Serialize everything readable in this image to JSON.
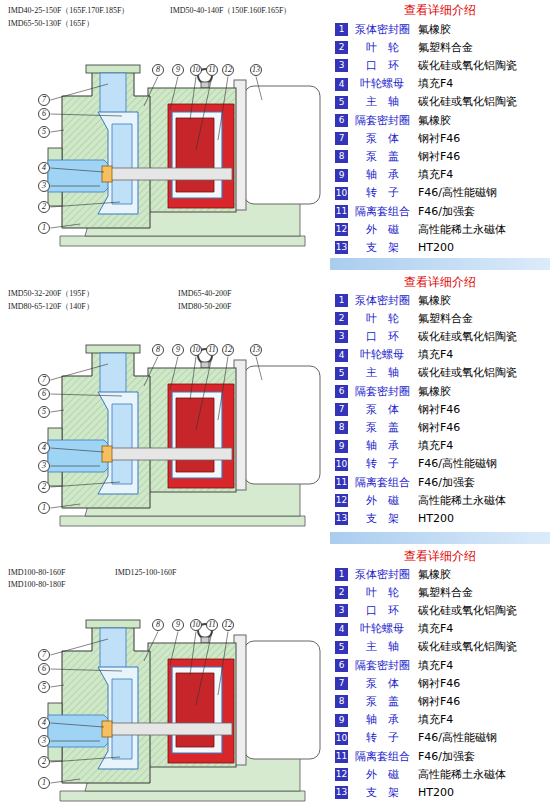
{
  "diagram": {
    "labels": [
      "IMD40-25-150F（165F.170F.185F）",
      "IMD50-40-140F（150F.160F.165F）",
      "IMD65-50-130F（165F）",
      "7",
      "6",
      "5",
      "4",
      "3",
      "2",
      "1",
      "8",
      "9",
      "10",
      "11",
      "12",
      "13",
      "查看详细介绍",
      "1",
      "泵体密封圈",
      "氟橡胶",
      "2",
      "叶　轮",
      "氟塑料合金",
      "3",
      "口　环",
      "碳化硅或氧化铝陶瓷",
      "4",
      "叶轮螺母",
      "填充F4",
      "5",
      "主　轴",
      "碳化硅或氧化铝陶瓷",
      "6",
      "隔套密封圈",
      "氟橡胶",
      "7",
      "泵　体",
      "钢衬F46",
      "8",
      "泵　盖",
      "钢衬F46",
      "9",
      "轴　承",
      "填充F4",
      "10",
      "转　子",
      "F46/高性能磁钢",
      "11",
      "隔离套组合",
      "F46/加强套",
      "12",
      "外　磁",
      "高性能稀土永磁体",
      "13",
      "支　架",
      "HT200",
      "IMD50-32-200F（195F）",
      "IMD65-40-200F",
      "IMD80-65-120F（140F）",
      "IMD80-50-200F",
      "7",
      "6",
      "5",
      "4",
      "3",
      "2",
      "1",
      "8",
      "9",
      "10",
      "11",
      "12",
      "13",
      "查看详细介绍",
      "1",
      "泵体密封圈",
      "氟橡胶",
      "2",
      "叶　轮",
      "氟塑料合金",
      "3",
      "口　环",
      "碳化硅或氧化铝陶瓷",
      "4",
      "叶轮螺母",
      "填充F4",
      "5",
      "主　轴",
      "碳化硅或氧化铝陶瓷",
      "6",
      "隔套密封圈",
      "氟橡胶",
      "7",
      "泵　体",
      "钢衬F46",
      "8",
      "泵　盖",
      "钢衬F46",
      "9",
      "轴　承",
      "填充F4",
      "10",
      "转　子",
      "F46/高性能磁钢",
      "11",
      "隔离套组合",
      "F46/加强套",
      "12",
      "外　磁",
      "高性能稀土永磁体",
      "13",
      "支　架",
      "HT200",
      "IMD100-80-160F",
      "IMD125-100-160F",
      "IMD100-80-180F",
      "7",
      "6",
      "5",
      "4",
      "3",
      "2",
      "1",
      "8",
      "9",
      "10",
      "11",
      "12",
      "查看详细介绍",
      "1",
      "泵体密封圈",
      "氟橡胶",
      "2",
      "叶　轮",
      "氟塑料合金",
      "3",
      "口　环",
      "碳化硅或氧化铝陶瓷",
      "4",
      "叶轮螺母",
      "填充F4",
      "5",
      "主　轴",
      "碳化硅或氧化铝陶瓷",
      "6",
      "隔套密封圈",
      "填充F4",
      "7",
      "泵　体",
      "钢衬F46",
      "8",
      "泵　盖",
      "钢衬F46",
      "9",
      "轴　承",
      "填充F4",
      "10",
      "转　子",
      "F46/高性能磁钢",
      "11",
      "隔离套组合",
      "F46/加强套",
      "12",
      "外　磁",
      "高性能稀土永磁体",
      "13",
      "支　架",
      "HT200"
    ]
  }
}
